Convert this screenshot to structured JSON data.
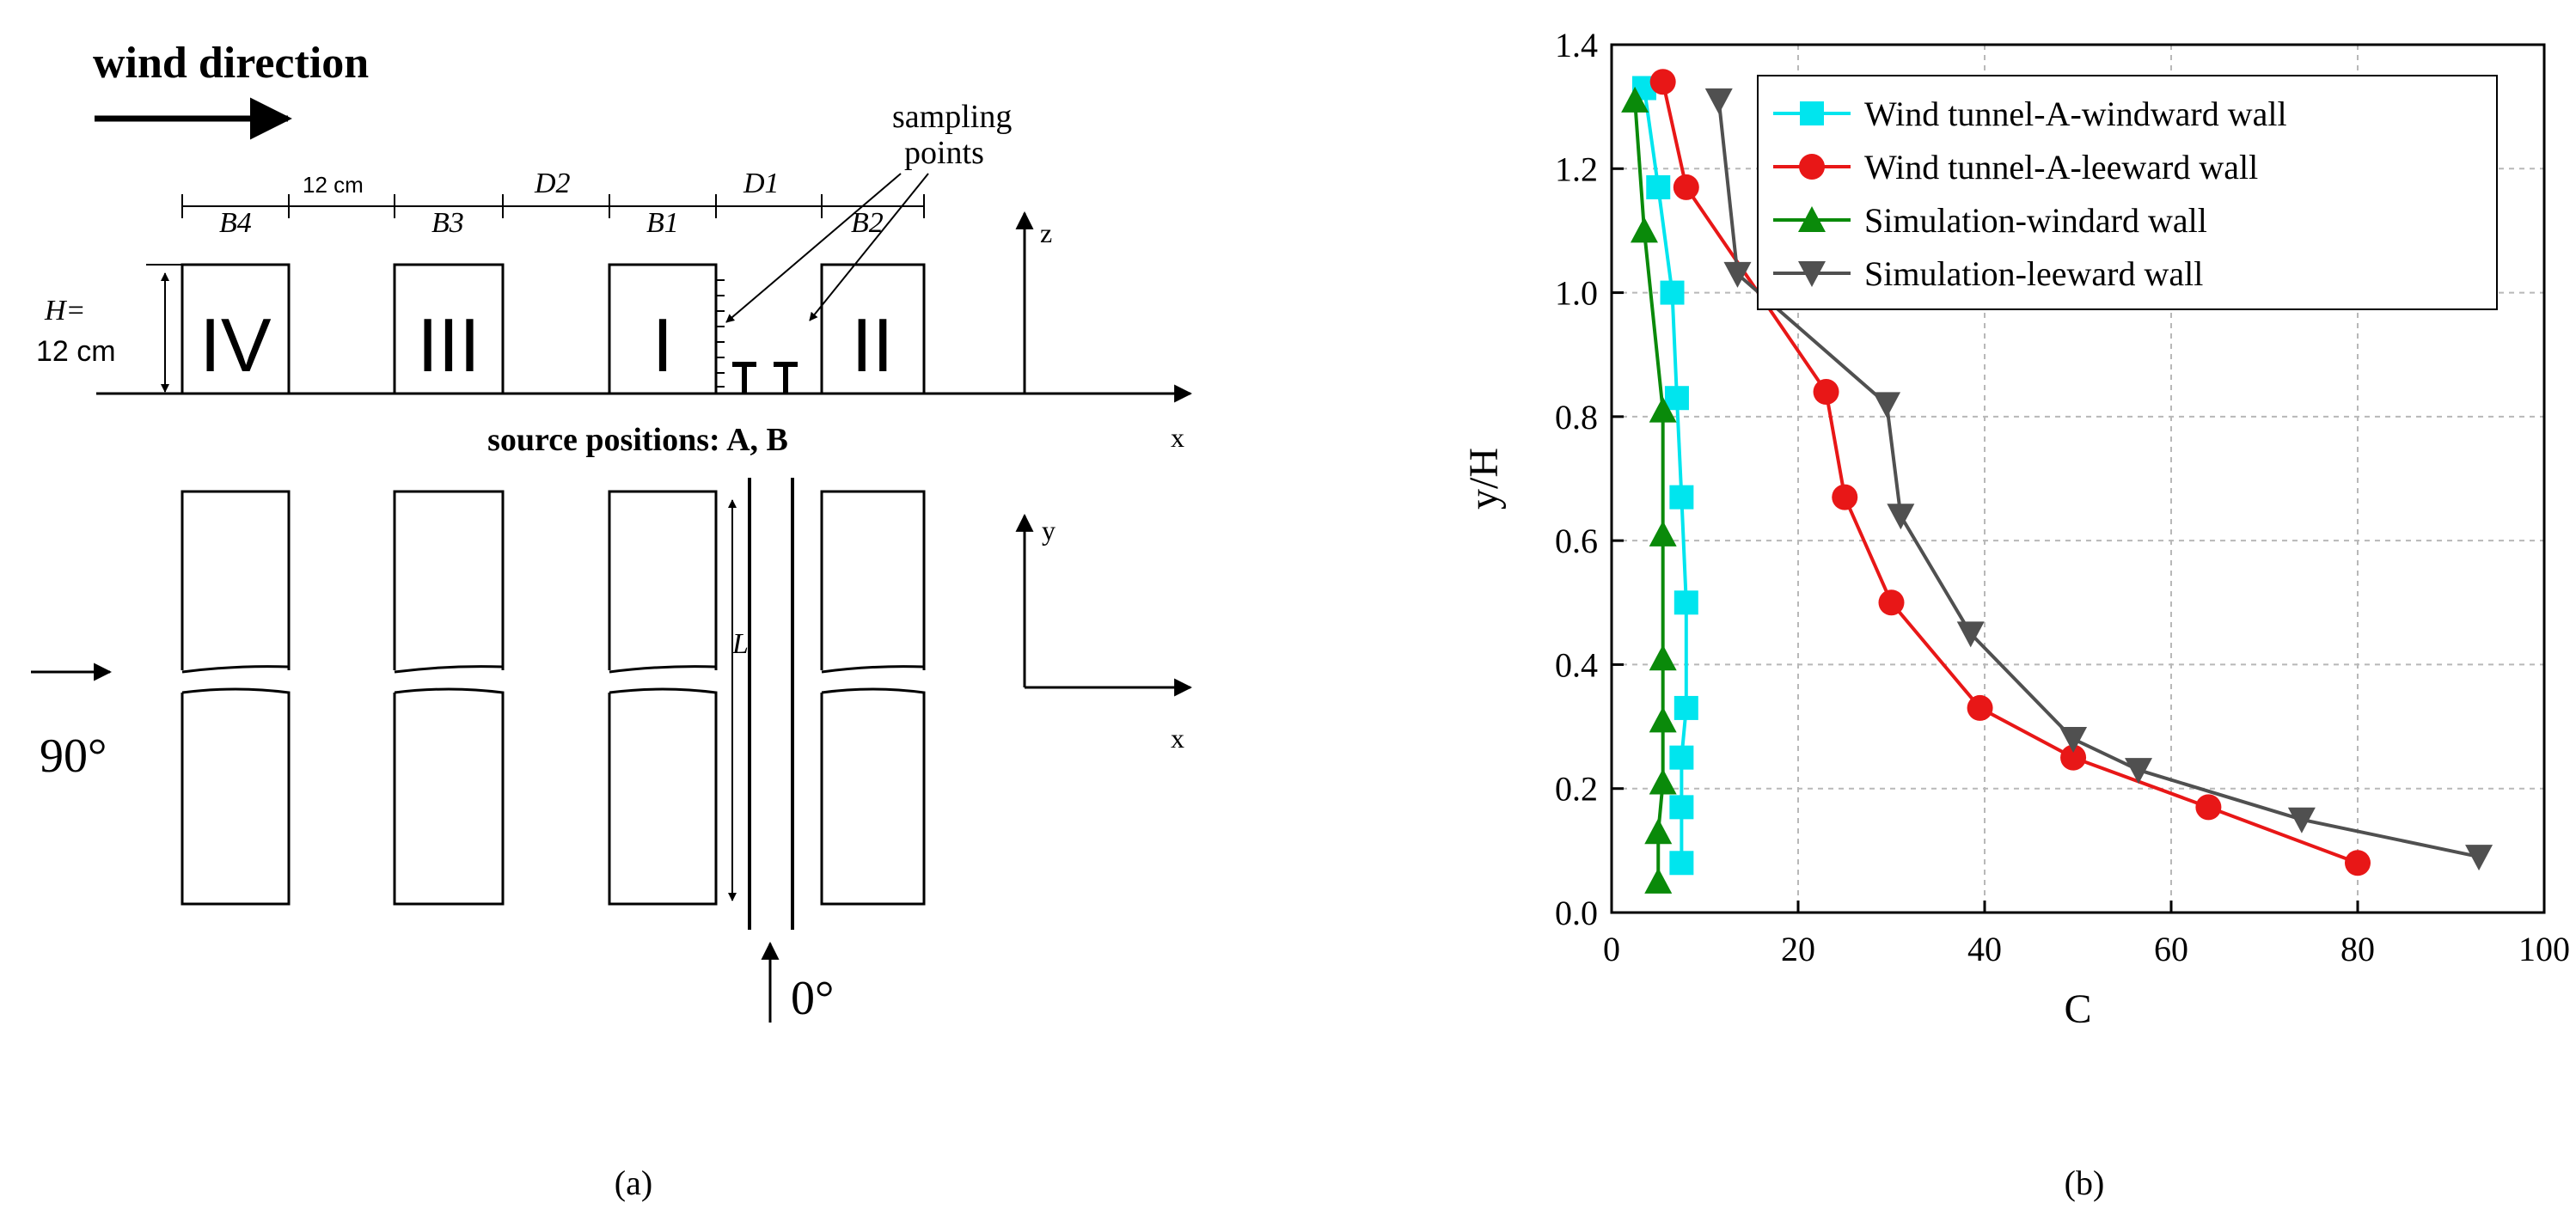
{
  "diagram": {
    "wind_direction_label": "wind direction",
    "sampling_points_label": [
      "sampling",
      "points"
    ],
    "gap_label": "12 cm",
    "dim_labels": [
      "B4",
      "B3",
      "D2",
      "B1",
      "D1",
      "B2"
    ],
    "height_label": [
      "H=",
      "12 cm"
    ],
    "buildings_roman": [
      "IV",
      "III",
      "I",
      "II"
    ],
    "axis_labels_top": {
      "z": "z",
      "x": "x"
    },
    "axis_labels_bottom": {
      "y": "y",
      "x": "x"
    },
    "source_label": "source positions: A, B",
    "length_label": "L",
    "angle_90": "90°",
    "angle_0": "0°",
    "panel_label": "(a)"
  },
  "chart_data": {
    "type": "line",
    "xlabel": "C",
    "ylabel": "y/H",
    "xlim": [
      0,
      100
    ],
    "ylim": [
      0,
      1.4
    ],
    "xticks": [
      0,
      20,
      40,
      60,
      80,
      100
    ],
    "yticks": [
      0.0,
      0.2,
      0.4,
      0.6,
      0.8,
      1.0,
      1.2,
      1.4
    ],
    "ytick_labels": [
      "0.0",
      "0.2",
      "0.4",
      "0.6",
      "0.8",
      "1.0",
      "1.2",
      "1.4"
    ],
    "grid": true,
    "legend_position": "top-right",
    "panel_label": "(b)",
    "series": [
      {
        "name": "Wind tunnel-A-windward wall",
        "color": "#00e5ee",
        "marker": "square",
        "x": [
          3.5,
          5,
          6.5,
          7,
          7.5,
          8,
          8,
          7.5,
          7.5,
          7.5
        ],
        "y": [
          1.33,
          1.17,
          1.0,
          0.83,
          0.67,
          0.5,
          0.33,
          0.25,
          0.17,
          0.08
        ]
      },
      {
        "name": "Wind tunnel-A-leeward wall",
        "color": "#e81717",
        "marker": "circle",
        "x": [
          5.5,
          8,
          23,
          25,
          30,
          39.5,
          49.5,
          64,
          80
        ],
        "y": [
          1.34,
          1.17,
          0.84,
          0.67,
          0.5,
          0.33,
          0.25,
          0.17,
          0.08
        ]
      },
      {
        "name": "Simulation-windard wall",
        "color": "#0a8a0a",
        "marker": "triangle-up",
        "x": [
          2.5,
          3.5,
          5.5,
          5.5,
          5.5,
          5.5,
          5.5,
          5,
          5
        ],
        "y": [
          1.31,
          1.1,
          0.81,
          0.61,
          0.41,
          0.31,
          0.21,
          0.13,
          0.05
        ]
      },
      {
        "name": "Simulation-leeward wall",
        "color": "#505050",
        "marker": "triangle-down",
        "x": [
          11.5,
          13.5,
          29.5,
          31,
          38.5,
          49.5,
          56.5,
          74,
          93
        ],
        "y": [
          1.31,
          1.03,
          0.82,
          0.64,
          0.45,
          0.28,
          0.23,
          0.15,
          0.09
        ]
      }
    ]
  }
}
